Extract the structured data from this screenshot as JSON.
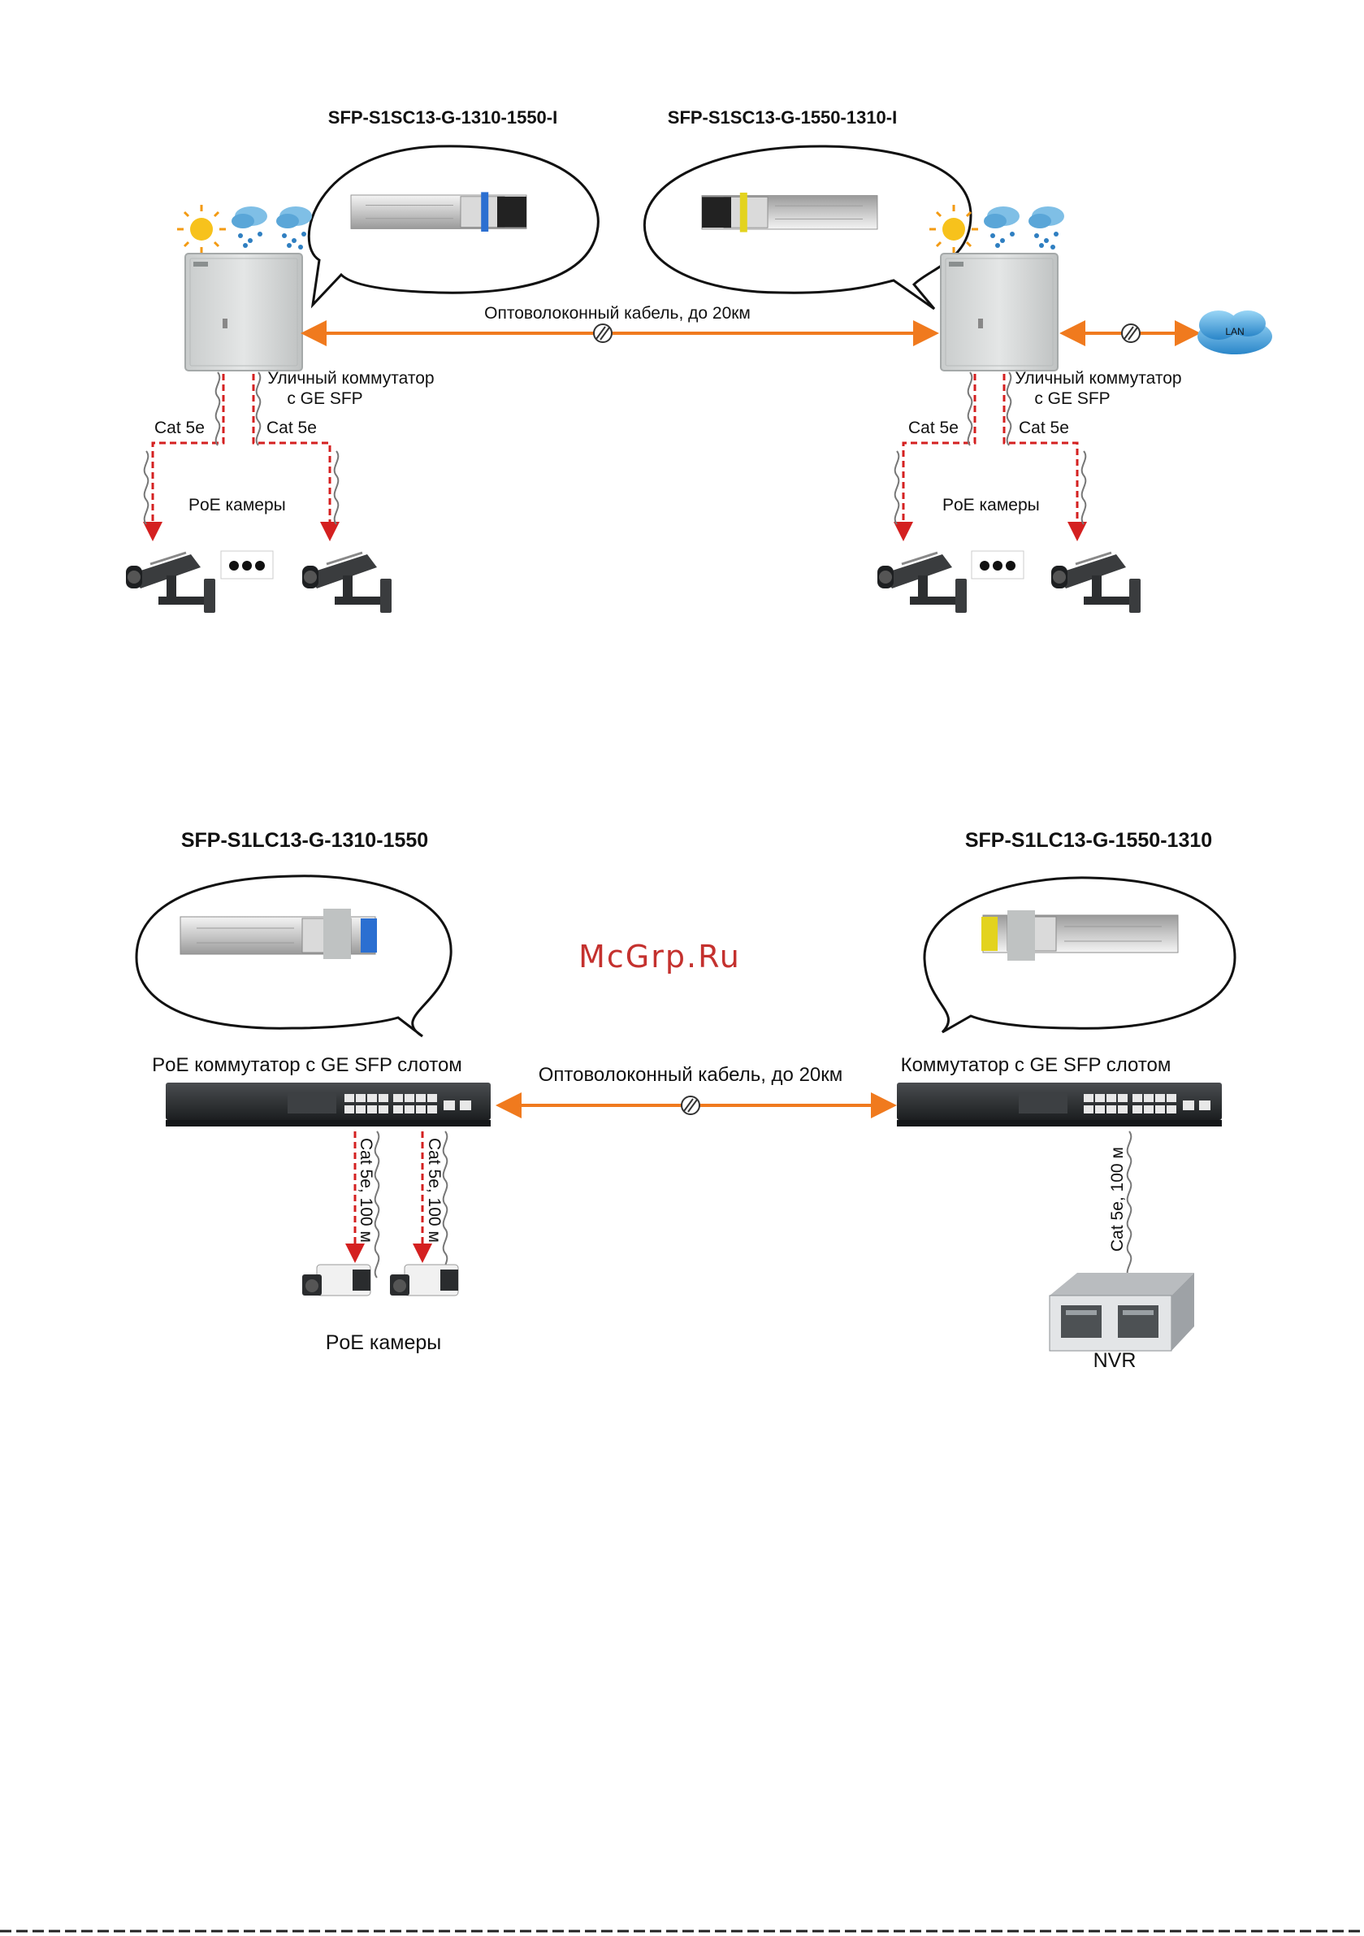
{
  "colors": {
    "fiber": "#f07a1e",
    "cable": "#d42020",
    "watermark": "#c4312e",
    "cabinet": "#d9dcdc",
    "switch_body": "#2e3133",
    "lan_cloud": "#4aa8df"
  },
  "diagram1": {
    "left_sfp_model": "SFP-S1SC13-G-1310-1550-I",
    "right_sfp_model": "SFP-S1SC13-G-1550-1310-I",
    "fiber_label": "Оптоволоконный кабель, до 20км",
    "left_switch_label_line1": "Уличный коммутатор",
    "left_switch_label_line2": "с GE SFP",
    "right_switch_label_line1": "Уличный коммутатор",
    "right_switch_label_line2": "с GE SFP",
    "cable_labels": [
      "Cat 5e",
      "Cat 5e",
      "Cat 5e",
      "Cat 5e"
    ],
    "left_cameras_label": "PoE камеры",
    "right_cameras_label": "PoE камеры",
    "lan_label": "LAN"
  },
  "watermark": "McGrp.Ru",
  "diagram2": {
    "left_sfp_model": "SFP-S1LC13-G-1310-1550",
    "right_sfp_model": "SFP-S1LC13-G-1550-1310",
    "left_switch_label": "PoE коммутатор с GE SFP слотом",
    "right_switch_label": "Коммутатор с GE SFP слотом",
    "fiber_label": "Оптоволоконный кабель, до 20км",
    "cable_label": "Cat 5e, 100 м",
    "cameras_label": "PoE камеры",
    "nvr_label": "NVR"
  },
  "icons": {
    "weather": "sun-rain-icon",
    "cabinet": "outdoor-cabinet-icon",
    "camera": "cctv-camera-icon",
    "sfp": "sfp-module-icon",
    "switch": "rack-switch-icon",
    "nvr": "nvr-server-icon",
    "cloud": "lan-cloud-icon",
    "splice": "fiber-splice-icon"
  }
}
